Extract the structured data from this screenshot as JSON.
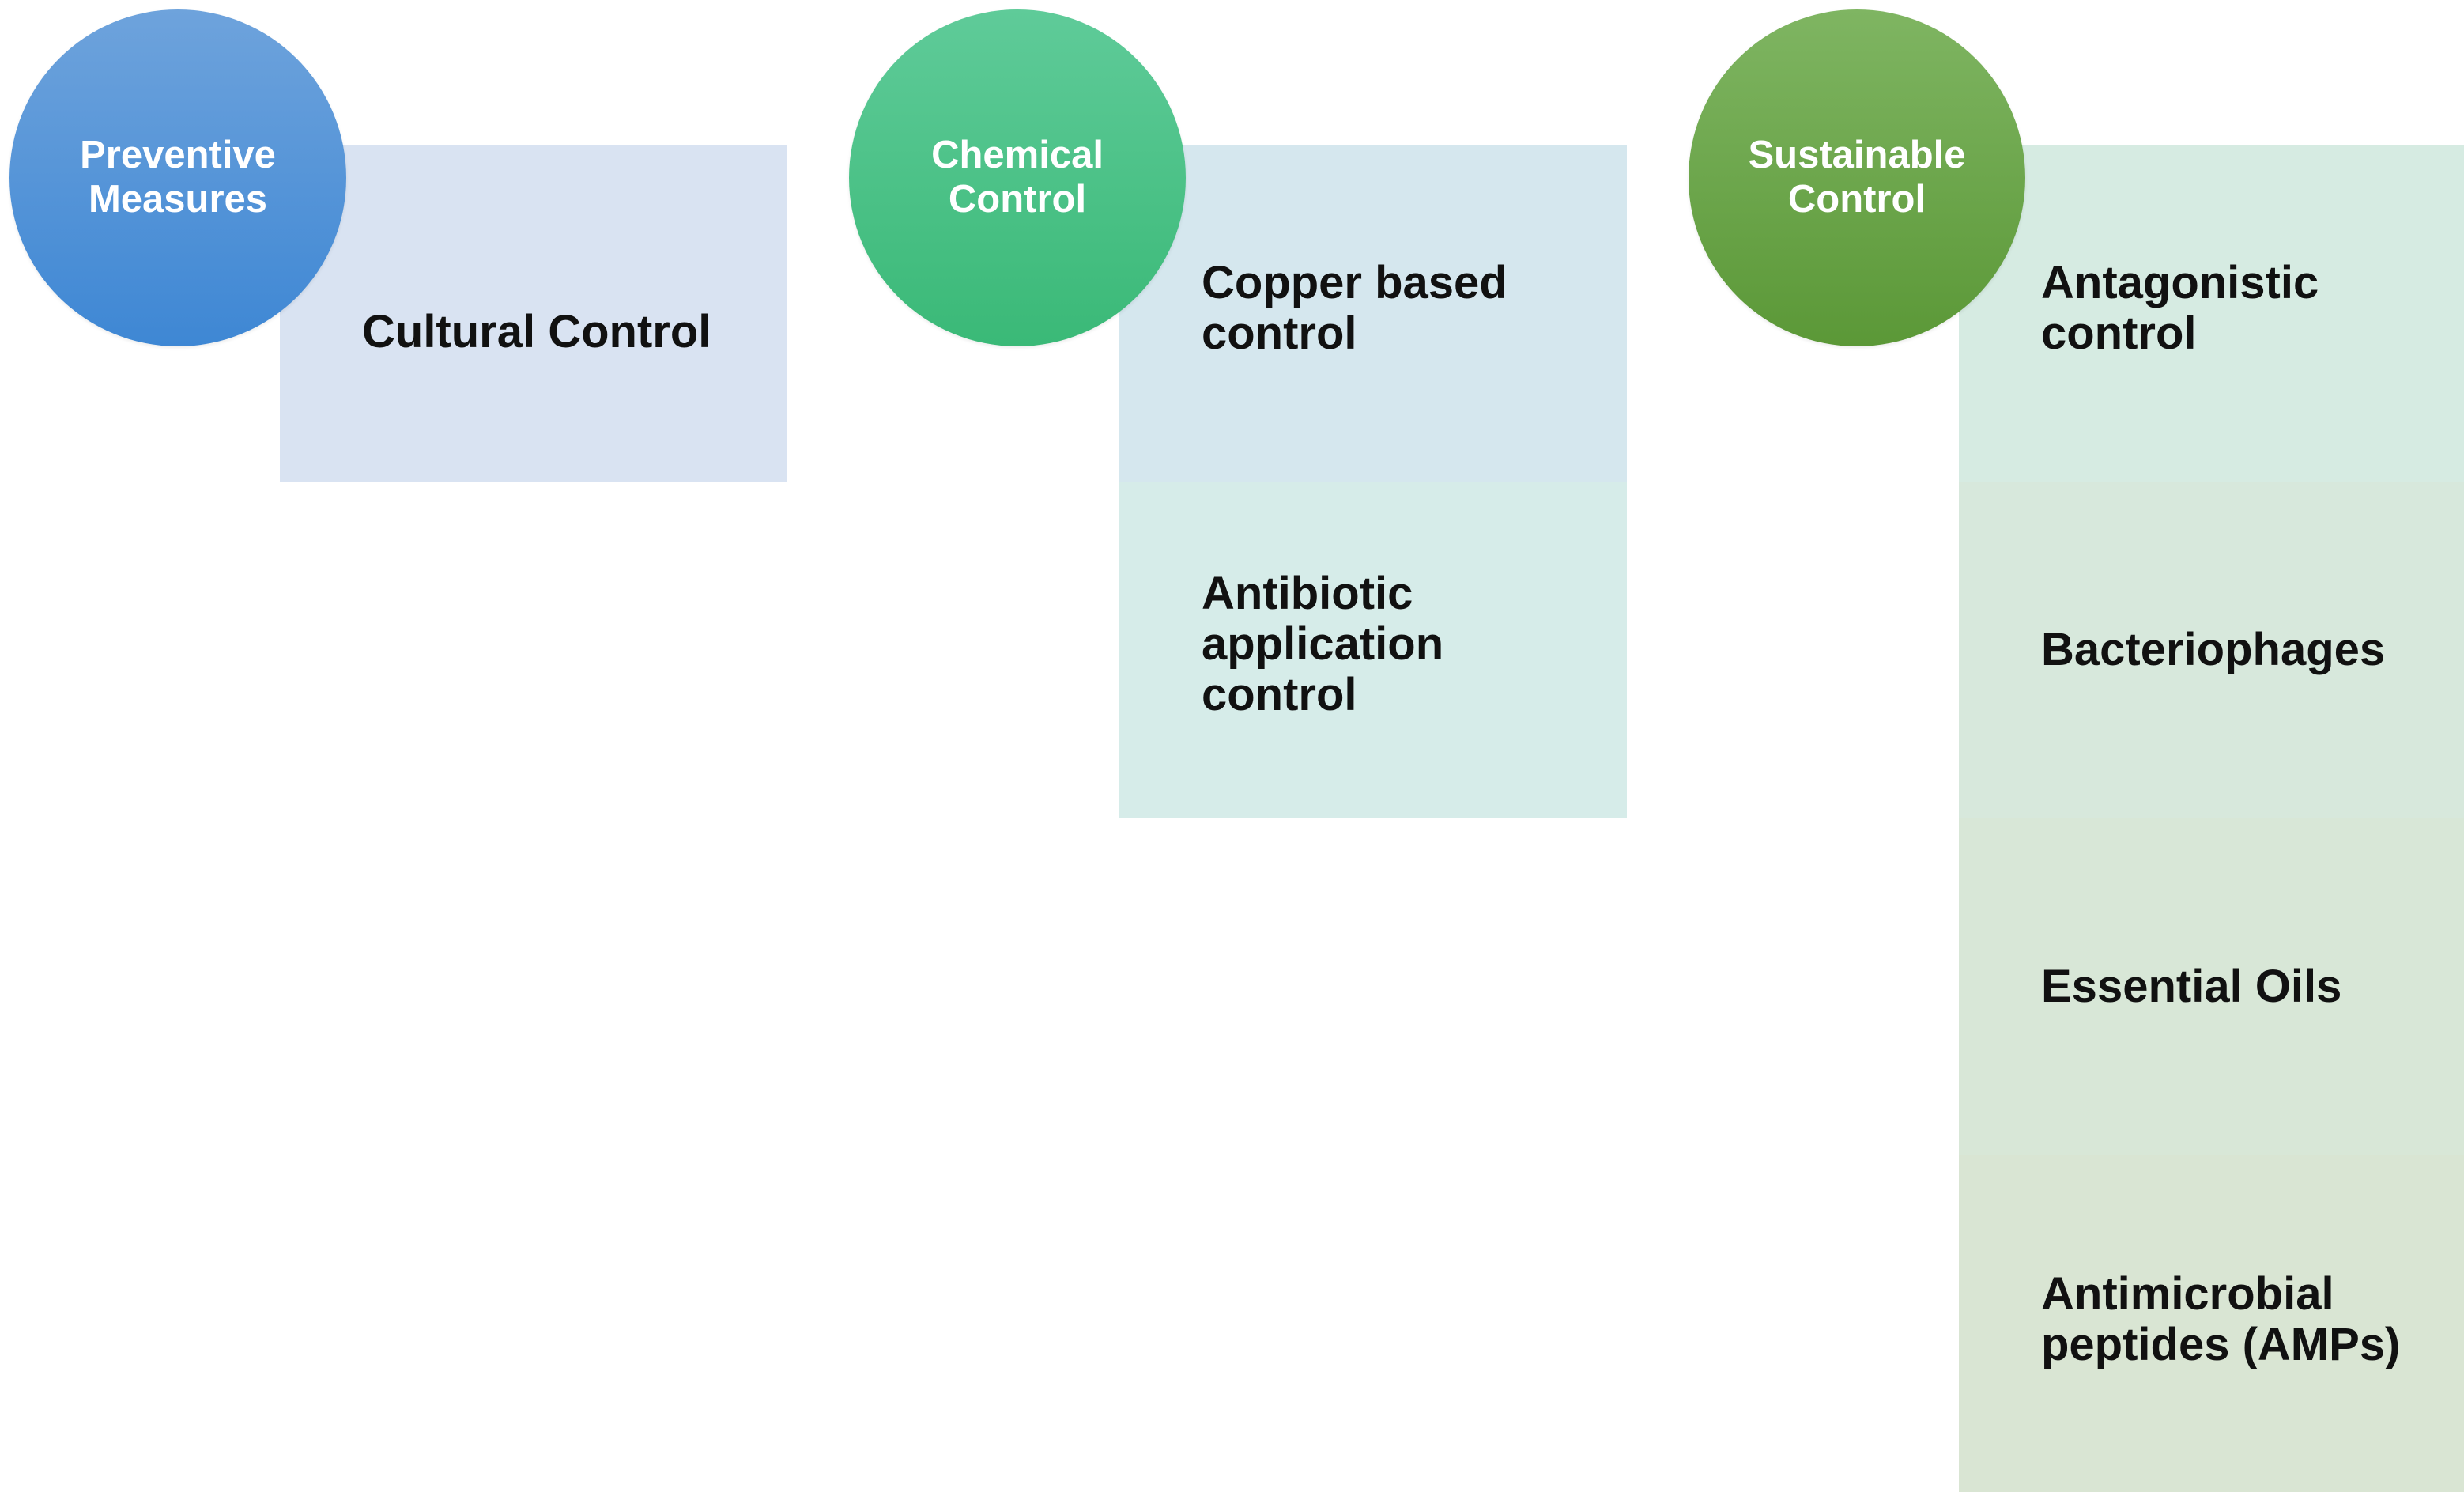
{
  "groups": [
    {
      "title": "Preventive\nMeasures",
      "color": "#4a90d9",
      "items": [
        "Cultural Control"
      ]
    },
    {
      "title": "Chemical\nControl",
      "color": "#45c182",
      "items": [
        "Copper based\ncontrol",
        "Antibiotic\napplication\ncontrol"
      ]
    },
    {
      "title": "Sustainable\nControl",
      "color": "#68a545",
      "items": [
        "Antagonistic\ncontrol",
        "Bacteriophages",
        "Essential Oils",
        "Antimicrobial\npeptides (AMPs)"
      ]
    }
  ]
}
